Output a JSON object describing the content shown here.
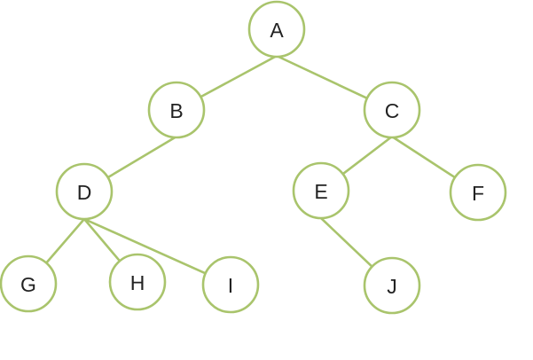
{
  "diagram": {
    "type": "tree",
    "colors": {
      "stroke": "#a9c46c",
      "fill": "#ffffff",
      "text": "#222222"
    },
    "nodes": [
      {
        "id": "A",
        "label": "A"
      },
      {
        "id": "B",
        "label": "B"
      },
      {
        "id": "C",
        "label": "C"
      },
      {
        "id": "D",
        "label": "D"
      },
      {
        "id": "E",
        "label": "E"
      },
      {
        "id": "F",
        "label": "F"
      },
      {
        "id": "G",
        "label": "G"
      },
      {
        "id": "H",
        "label": "H"
      },
      {
        "id": "I",
        "label": "I"
      },
      {
        "id": "J",
        "label": "J"
      }
    ],
    "edges": [
      {
        "from": "A",
        "to": "B"
      },
      {
        "from": "A",
        "to": "C"
      },
      {
        "from": "B",
        "to": "D"
      },
      {
        "from": "C",
        "to": "E"
      },
      {
        "from": "C",
        "to": "F"
      },
      {
        "from": "D",
        "to": "G"
      },
      {
        "from": "D",
        "to": "H"
      },
      {
        "from": "D",
        "to": "I"
      },
      {
        "from": "E",
        "to": "J"
      }
    ]
  }
}
